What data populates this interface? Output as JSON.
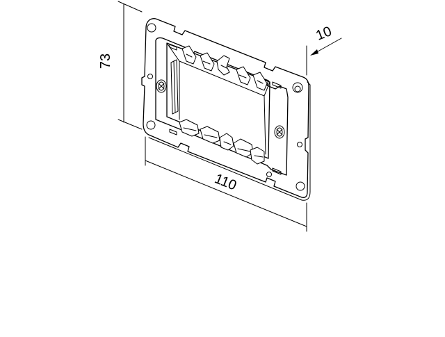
{
  "drawing": {
    "dimensions": {
      "height": "73",
      "width": "110",
      "depth": "10"
    },
    "colors": {
      "line": "#000000",
      "background": "#ffffff"
    }
  }
}
